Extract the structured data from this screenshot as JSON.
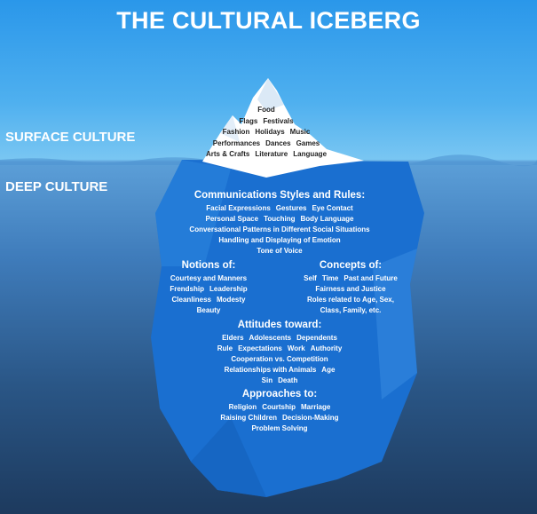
{
  "title": "THE CULTURAL ICEBERG",
  "surface_label": "SURFACE CULTURE",
  "deep_label": "DEEP CULTURE",
  "colors": {
    "iceberg_deep": "#1a6fd0",
    "ice_tip": "#ffffff",
    "title": "#ffffff"
  },
  "surface": {
    "lines": [
      [
        "Food"
      ],
      [
        "Flags",
        "Festivals"
      ],
      [
        "Fashion",
        "Holidays",
        "Music"
      ],
      [
        "Performances",
        "Dances",
        "Games"
      ],
      [
        "Arts & Crafts",
        "Literature",
        "Language"
      ]
    ]
  },
  "communications": {
    "heading": "Communications Styles and Rules:",
    "lines": [
      [
        "Facial Expressions",
        "Gestures",
        "Eye Contact"
      ],
      [
        "Personal Space",
        "Touching",
        "Body Language"
      ],
      [
        "Conversational Patterns in Different Social Situations"
      ],
      [
        "Handling and Displaying of Emotion"
      ],
      [
        "Tone of Voice"
      ]
    ]
  },
  "notions": {
    "heading": "Notions of:",
    "lines": [
      [
        "Courtesy and Manners"
      ],
      [
        "Frendship",
        "Leadership"
      ],
      [
        "Cleanliness",
        "Modesty"
      ],
      [
        "Beauty"
      ]
    ]
  },
  "concepts": {
    "heading": "Concepts of:",
    "lines": [
      [
        "Self",
        "Time",
        "Past and Future"
      ],
      [
        "Fairness and Justice"
      ],
      [
        "Roles related to Age, Sex,"
      ],
      [
        "Class, Family, etc."
      ]
    ]
  },
  "attitudes": {
    "heading": "Attitudes toward:",
    "lines": [
      [
        "Elders",
        "Adolescents",
        "Dependents"
      ],
      [
        "Rule",
        "Expectations",
        "Work",
        "Authority"
      ],
      [
        "Cooperation vs. Competition"
      ],
      [
        "Relationships with Animals",
        "Age"
      ],
      [
        "Sin",
        "Death"
      ]
    ]
  },
  "approaches": {
    "heading": "Approaches to:",
    "lines": [
      [
        "Religion",
        "Courtship",
        "Marriage"
      ],
      [
        "Raising Children",
        "Decision-Making"
      ],
      [
        "Problem Solving"
      ]
    ]
  }
}
